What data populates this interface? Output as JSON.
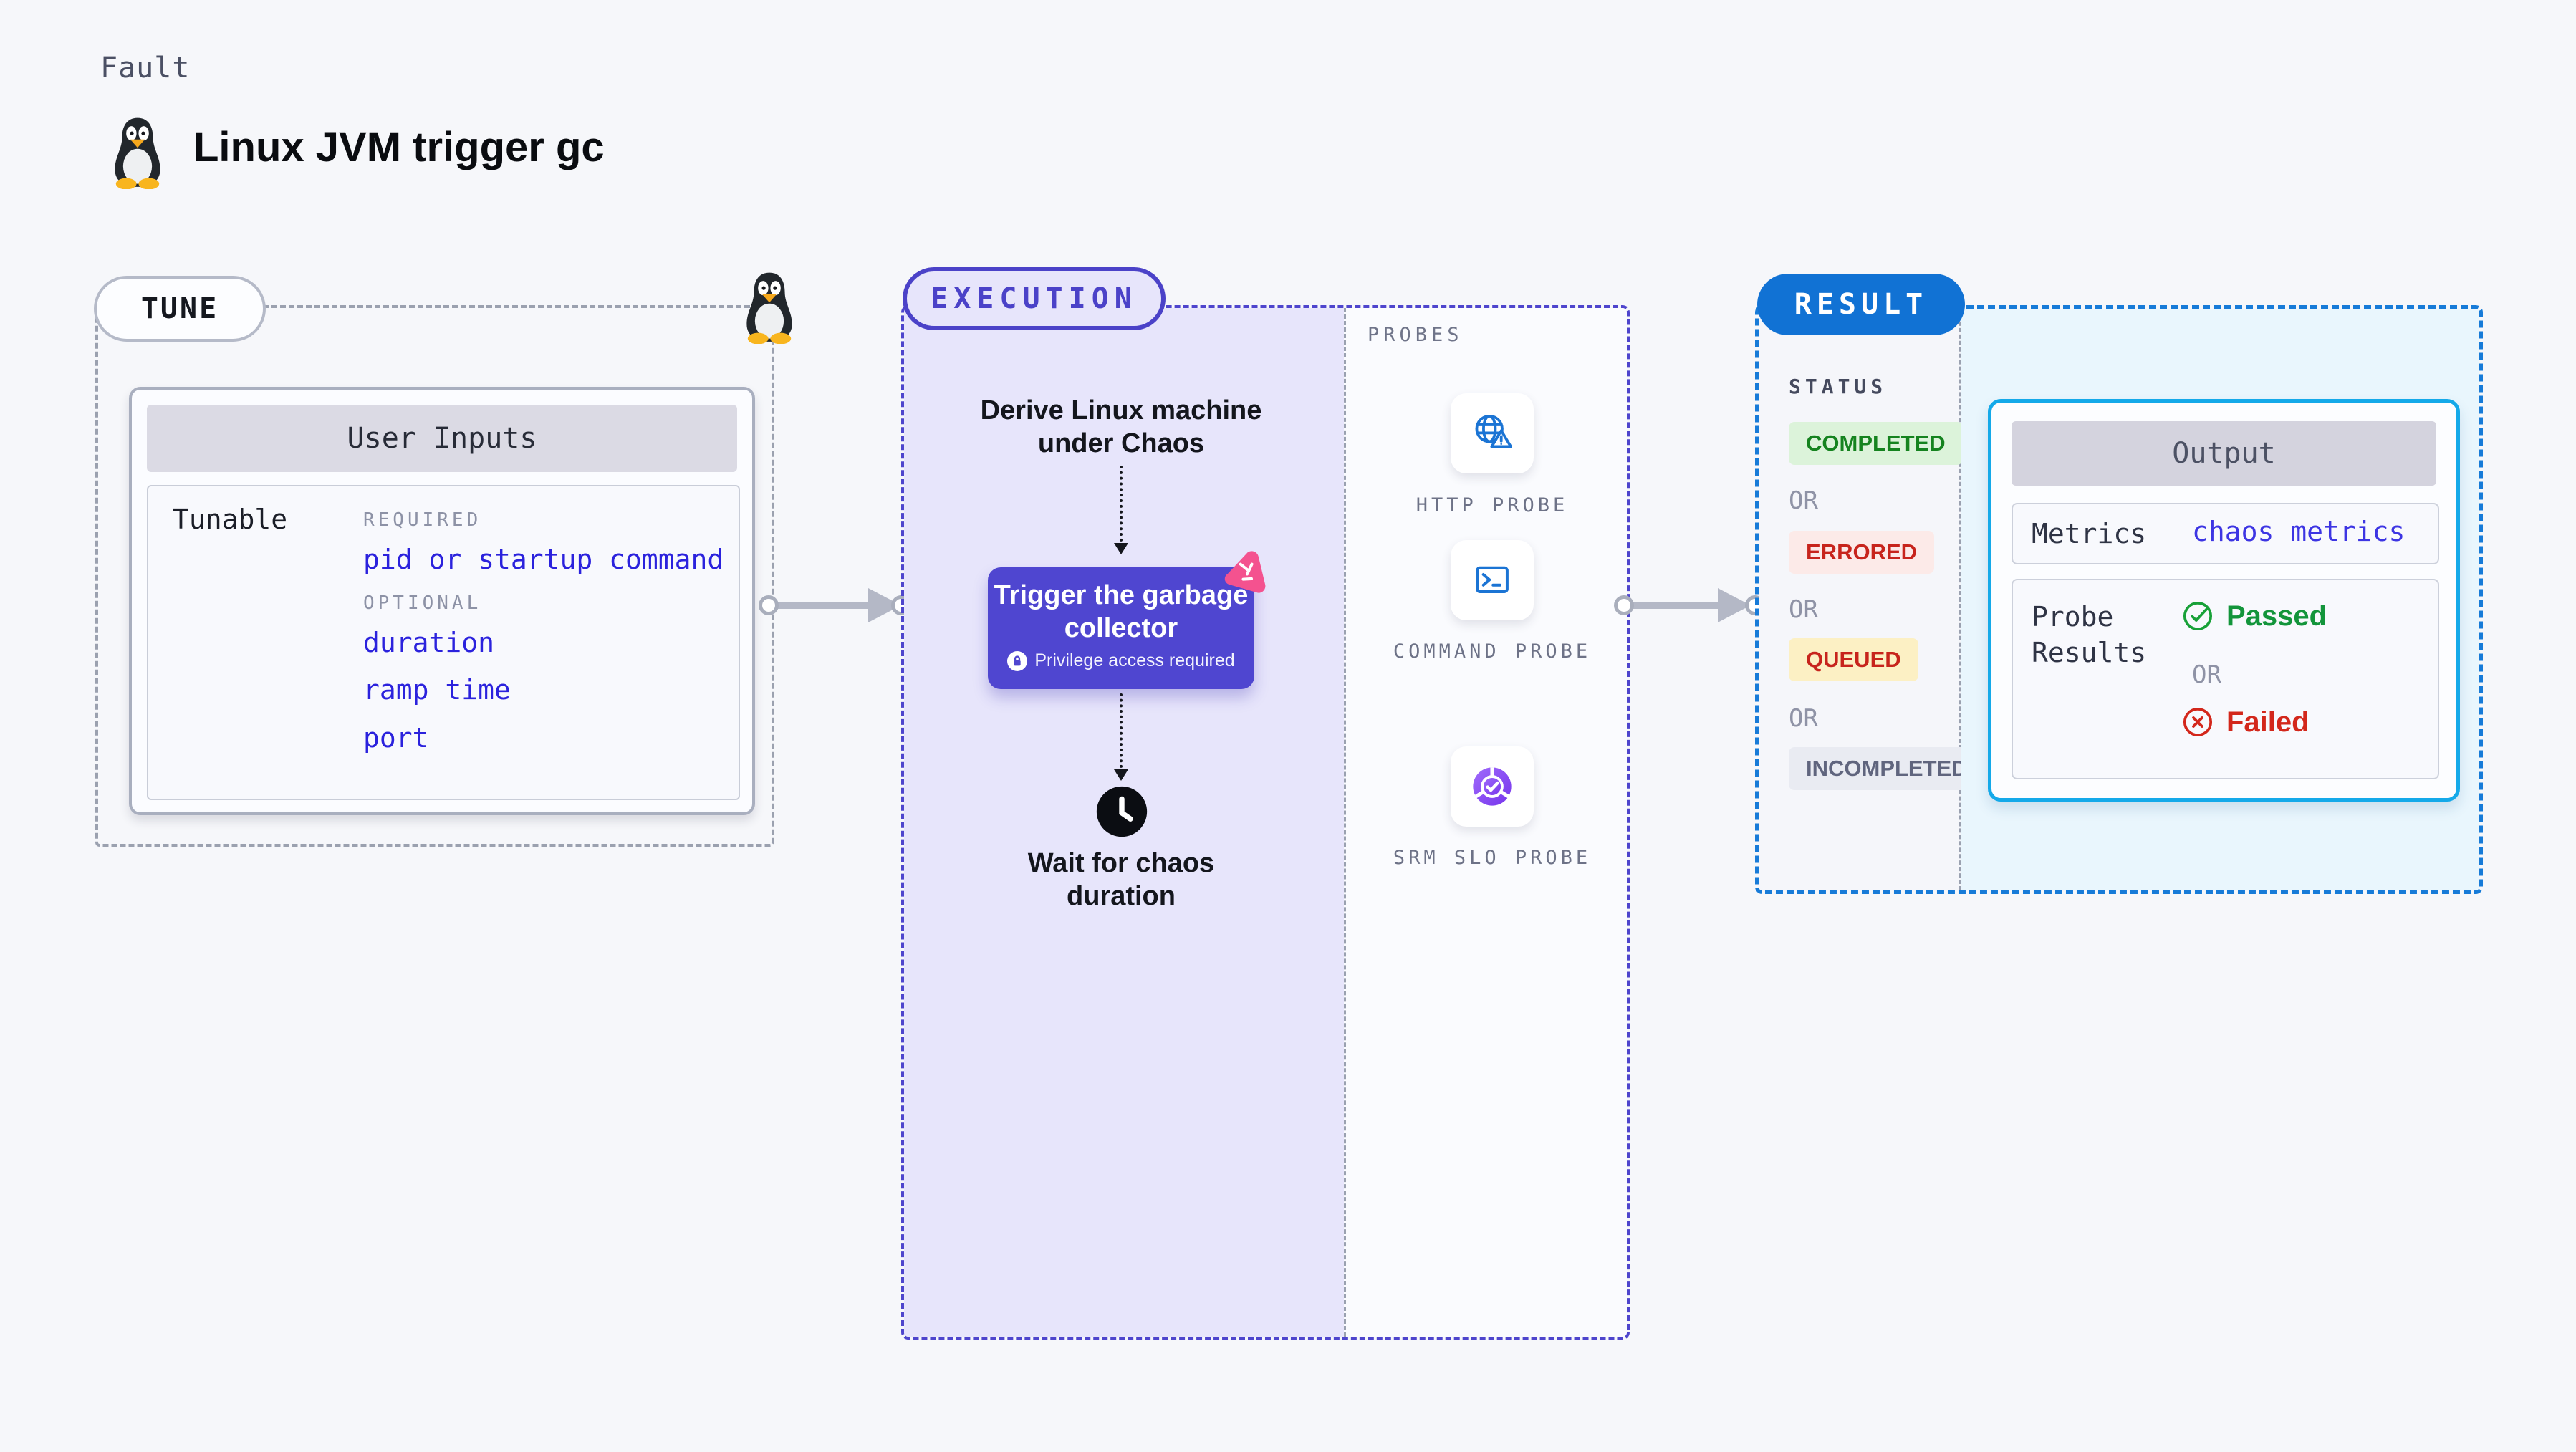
{
  "header": {
    "kicker": "Fault",
    "title": "Linux JVM trigger gc",
    "os_icon": "linux-tux-icon"
  },
  "tune": {
    "pill_label": "TUNE",
    "corner_icon": "linux-tux-icon",
    "user_inputs": {
      "header": "User Inputs",
      "row_label": "Tunable",
      "required_heading": "REQUIRED",
      "required_items": [
        "pid or startup command"
      ],
      "optional_heading": "OPTIONAL",
      "optional_items": [
        "duration",
        "ramp time",
        "port"
      ]
    }
  },
  "execution": {
    "pill_label": "EXECUTION",
    "derive_label": "Derive Linux machine under Chaos",
    "action": {
      "title": "Trigger the garbage collector",
      "badge_icon": "chaos-triangle-icon",
      "lock_icon": "lock-icon",
      "privilege_note": "Privilege access required"
    },
    "wait": {
      "icon": "clock-icon",
      "label": "Wait for chaos duration"
    }
  },
  "probes": {
    "panel_label": "PROBES",
    "items": [
      {
        "label": "HTTP PROBE",
        "icon": "globe-alert-icon"
      },
      {
        "label": "COMMAND PROBE",
        "icon": "terminal-icon"
      },
      {
        "label": "SRM SLO PROBE",
        "icon": "slo-pie-check-icon"
      }
    ]
  },
  "result": {
    "pill_label": "RESULT",
    "status_heading": "STATUS",
    "or_label": "OR",
    "statuses": [
      {
        "label": "COMPLETED",
        "fg": "#15831f",
        "bg": "#dcf3da"
      },
      {
        "label": "ERRORED",
        "fg": "#c7241c",
        "bg": "#fceae8"
      },
      {
        "label": "QUEUED",
        "fg": "#c7241c",
        "bg": "#fcf0c4"
      },
      {
        "label": "INCOMPLETED",
        "fg": "#60657e",
        "bg": "#e9ebf2"
      }
    ],
    "output": {
      "header": "Output",
      "metrics_label": "Metrics",
      "metrics_value": "chaos metrics",
      "probe_results_label": "Probe Results",
      "passed_label": "Passed",
      "passed_icon": "check-circle-icon",
      "or_label": "OR",
      "failed_label": "Failed",
      "failed_icon": "x-circle-icon"
    }
  },
  "colors": {
    "page_background": "#f6f7fa",
    "execution_fill": "#e7e5fb",
    "execution_border": "#4e45cd",
    "probes_fill": "#fafbfe",
    "tune_border": "#9ba1af",
    "result_border": "#177bd8",
    "result_fill": "#e9f6fd",
    "result_pill": "#1172d4",
    "trigger_button": "#4f46d0",
    "chaos_badge_pink": "#f4528f",
    "probe_icon_blue": "#1b74d4",
    "link_blue": "#2b22dd",
    "passed_green": "#13953b",
    "failed_red": "#d3271b",
    "output_card_border": "#14a9e9",
    "arrow_gray": "#b4b8c6"
  }
}
